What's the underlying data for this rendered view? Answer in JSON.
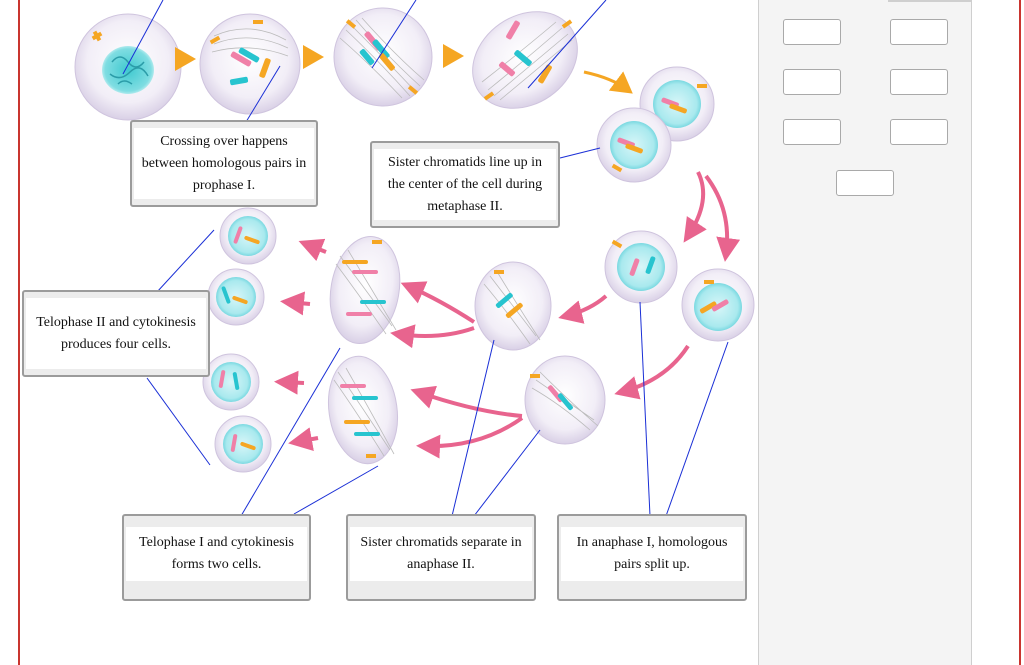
{
  "labels": {
    "crossing_over": "Crossing over happens between homologous pairs in prophase I.",
    "metaphase_ii": "Sister chromatids line up in the center of the cell during metaphase II.",
    "telophase_ii": "Telophase II and cytokinesis produces four cells.",
    "telophase_i": "Telophase I and cytokinesis forms two cells.",
    "anaphase_ii": "Sister chromatids separate in anaphase II.",
    "anaphase_i": "In anaphase I, homologous pairs split up."
  },
  "colors": {
    "orange_arrow": "#f5a623",
    "pink_arrow": "#e8648e",
    "leader_line": "#1a2fd6",
    "chromosome_pink": "#f080a8",
    "chromosome_cyan": "#27c4cf",
    "chromosome_orange": "#f5a623",
    "frame_red": "#c9352f"
  },
  "answer_slots": {
    "count": 7,
    "state": "empty"
  }
}
